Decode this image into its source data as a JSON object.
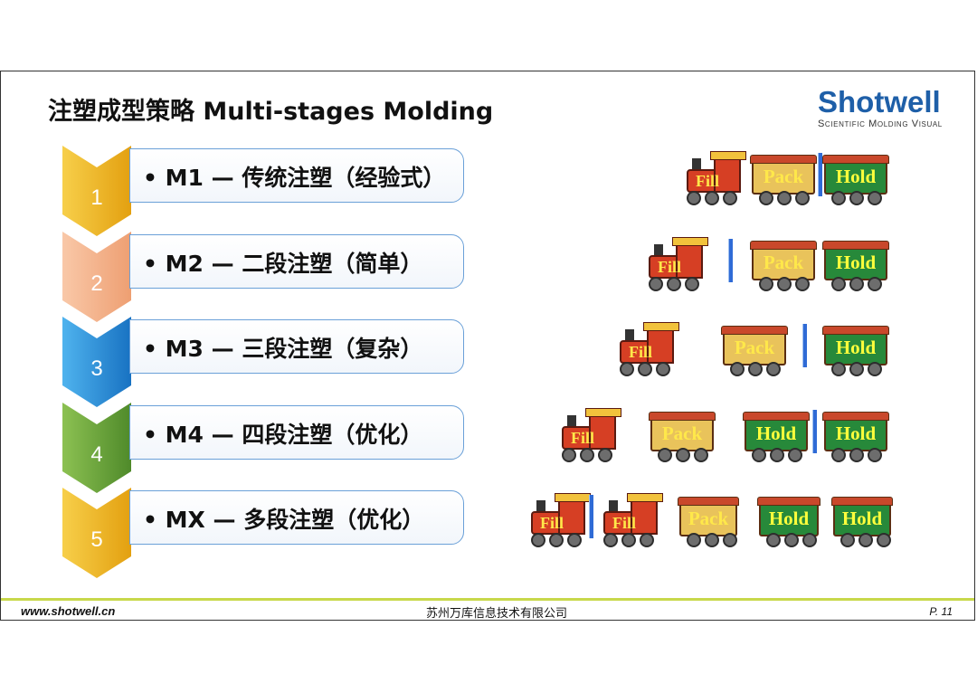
{
  "title": "注塑成型策略 Multi-stages Molding",
  "logo": {
    "main": "Shotwell",
    "sub": "Scientific Molding Visual"
  },
  "steps": [
    {
      "num": "1",
      "label": "• M1 — 传统注塑（经验式）",
      "color": "#f2b51b"
    },
    {
      "num": "2",
      "label": "• M2 — 二段注塑（简单）",
      "color": "#f4b48e"
    },
    {
      "num": "3",
      "label": "• M3 — 三段注塑（复杂）",
      "color": "#2a8fd8"
    },
    {
      "num": "4",
      "label": "• M4 — 四段注塑（优化）",
      "color": "#6da63a"
    },
    {
      "num": "5",
      "label": "• MX — 多段注塑（优化）",
      "color": "#f2b51b"
    }
  ],
  "train_labels": {
    "fill": "Fill",
    "pack": "Pack",
    "hold": "Hold"
  },
  "footer": {
    "website": "www.shotwell.cn",
    "company": "苏州万库信息技术有限公司",
    "page": "P. 11"
  }
}
